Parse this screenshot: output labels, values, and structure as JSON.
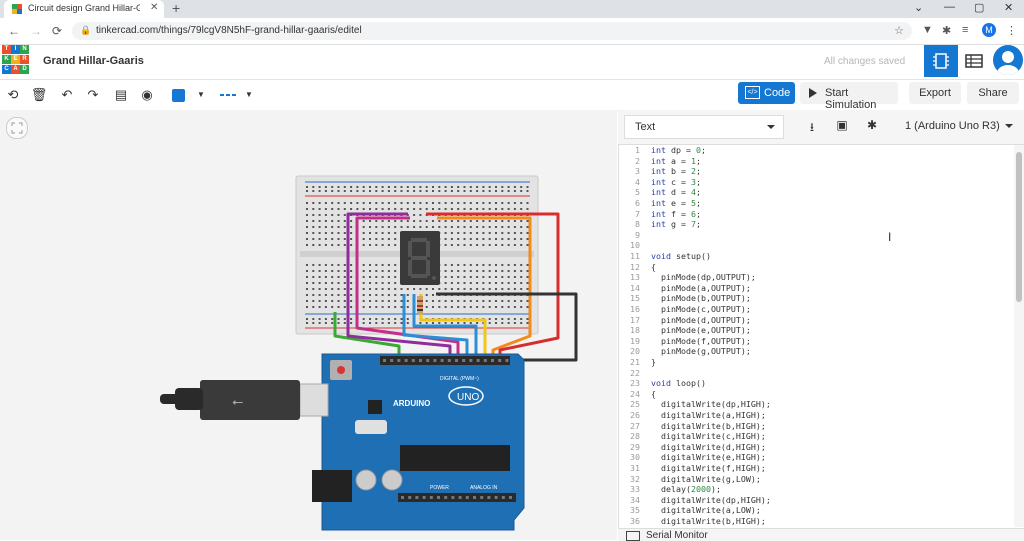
{
  "browser": {
    "tab_title": "Circuit design Grand Hillar-Gaaris | Tinkercad",
    "tab_close": "✕",
    "new_tab": "+",
    "url": "tinkercad.com/things/79lcgV8N5hF-grand-hillar-gaaris/editel",
    "profile_initial": "M"
  },
  "header": {
    "document_name": "Grand Hillar-Gaaris",
    "save_status": "All changes saved",
    "logo_letters": [
      "TIN",
      "KER",
      "CAD"
    ]
  },
  "toolbar": {
    "code_label": "Code",
    "simulate_label": "Start Simulation",
    "export_label": "Export",
    "share_label": "Share",
    "shape_color": "#1477d1"
  },
  "code_panel": {
    "mode": "Text",
    "board": "1 (Arduino Uno R3)",
    "serial_monitor_label": "Serial Monitor",
    "lines": [
      "int dp = 0;",
      "int a = 1;",
      "int b = 2;",
      "int c = 3;",
      "int d = 4;",
      "int e = 5;",
      "int f = 6;",
      "int g = 7;",
      "",
      "",
      "void setup()",
      "{",
      "  pinMode(dp,OUTPUT);",
      "  pinMode(a,OUTPUT);",
      "  pinMode(b,OUTPUT);",
      "  pinMode(c,OUTPUT);",
      "  pinMode(d,OUTPUT);",
      "  pinMode(e,OUTPUT);",
      "  pinMode(f,OUTPUT);",
      "  pinMode(g,OUTPUT);",
      "}",
      "",
      "void loop()",
      "{",
      "  digitalWrite(dp,HIGH);",
      "  digitalWrite(a,HIGH);",
      "  digitalWrite(b,HIGH);",
      "  digitalWrite(c,HIGH);",
      "  digitalWrite(d,HIGH);",
      "  digitalWrite(e,HIGH);",
      "  digitalWrite(f,HIGH);",
      "  digitalWrite(g,LOW);",
      "  delay(2000);",
      "  digitalWrite(dp,HIGH);",
      "  digitalWrite(a,LOW);",
      "  digitalWrite(b,HIGH);"
    ]
  },
  "circuit": {
    "display_digit": "8",
    "board_brand": "ARDUINO",
    "board_model": "UNO",
    "digital_label": "DIGITAL (PWM~)",
    "power_label": "POWER",
    "analog_label": "ANALOG IN",
    "wire_colors": {
      "green": "#3aa935",
      "purple": "#8e2d9b",
      "magenta": "#c42e8a",
      "blue": "#2c8fd6",
      "yellow": "#f2c618",
      "orange": "#f28a1c",
      "red": "#d92d2d",
      "black": "#333333"
    }
  }
}
